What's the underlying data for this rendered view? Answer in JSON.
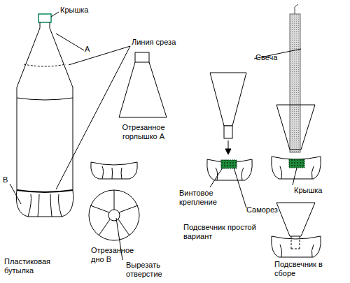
{
  "diagram": {
    "labels": [
      "Крышка",
      "А",
      "Линия среза",
      "В",
      "Пластиковая бутылка",
      "Отрезанное горлышко А",
      "Отрезанное дно В",
      "Вырезать отверстие",
      "Свеча",
      "Винтовое крепление",
      "Саморез",
      "Подсвечник простой вариант",
      "Крышка",
      "Подсвечник в сборе"
    ]
  }
}
